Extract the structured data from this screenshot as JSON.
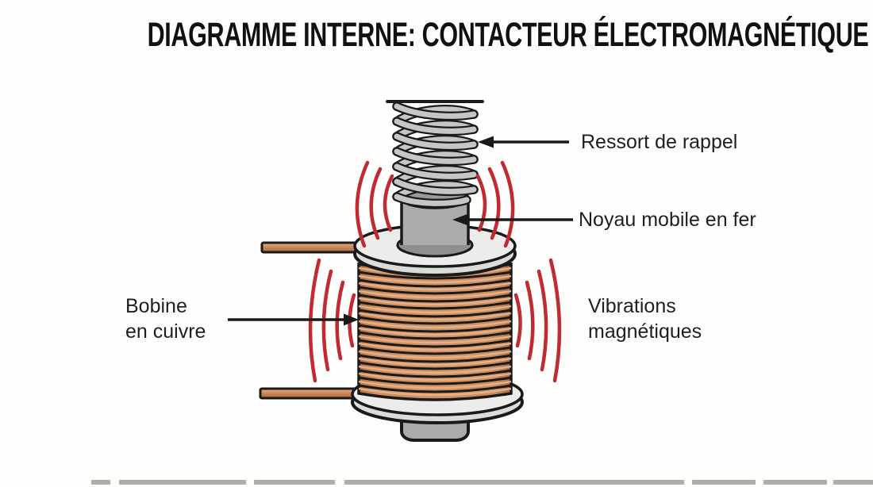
{
  "title": "DIAGRAMME INTERNE: CONTACTEUR ÉLECTROMAGNÉTIQUE",
  "labels": {
    "spring": "Ressort de rappel",
    "core": "Noyau mobile en fer",
    "coil": [
      "Bobine",
      "en cuivre"
    ],
    "vibrations": [
      "Vibrations",
      "magnétiques"
    ]
  },
  "colors": {
    "outline": "#1a1a1a",
    "text": "#1f1f1f",
    "copper": "#c8895c",
    "copper-light": "#e6b289",
    "metal": "#ababab",
    "metal-dark": "#9a9a98",
    "flange": "#dbdbd9",
    "flange-light": "#ececea",
    "spring": "#c6c6c4",
    "hole": "#8f8f8f",
    "vibration-red": "#c02a30",
    "background": "#fefefc",
    "artifact": "#8d8c86"
  }
}
